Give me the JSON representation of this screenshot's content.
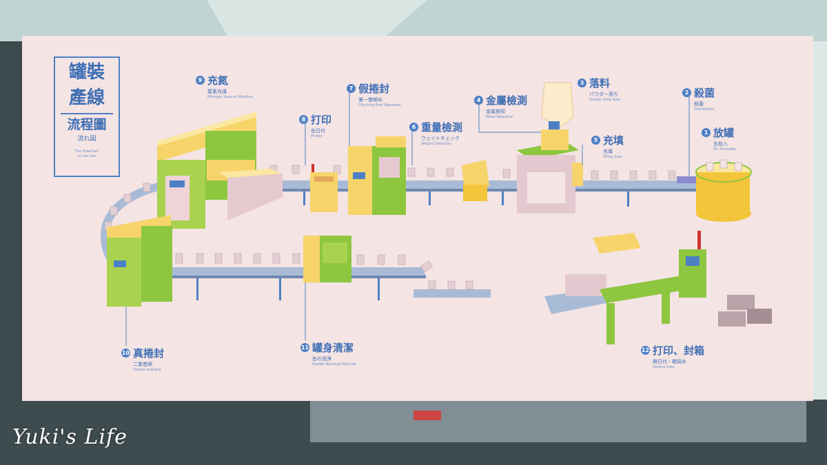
{
  "colors": {
    "board": "#f3e3e3",
    "accent": "#4d7fc4",
    "machine_green": "#8dc63f",
    "machine_yellow": "#f2d44a",
    "machine_pink": "#e7c9cf",
    "conveyor": "#8fa6c8"
  },
  "title": {
    "main_line1": "罐裝",
    "main_line2": "產線",
    "sub": "流程圖",
    "jp": "流れ図",
    "en_line1": "The flowchart",
    "en_line2": "of can line"
  },
  "steps": [
    {
      "num": "1",
      "zh": "放罐",
      "jp": "缶投入",
      "en": "Tin Turntable"
    },
    {
      "num": "2",
      "zh": "殺菌",
      "jp": "殺菌",
      "en": "Disinfection"
    },
    {
      "num": "3",
      "zh": "落料",
      "jp": "パウダー落ち",
      "en": "Powder Drop Area"
    },
    {
      "num": "4",
      "zh": "金屬檢測",
      "jp": "金属探知",
      "en": "Metal Detection"
    },
    {
      "num": "5",
      "zh": "充填",
      "jp": "充填",
      "en": "Filling Area"
    },
    {
      "num": "6",
      "zh": "重量檢測",
      "jp": "ウェイトチェック",
      "en": "Weight Detection"
    },
    {
      "num": "7",
      "zh": "假捲封",
      "jp": "第一巻締め",
      "en": "Clinching First Operation"
    },
    {
      "num": "8",
      "zh": "打印",
      "jp": "缶日付",
      "en": "Printer"
    },
    {
      "num": "9",
      "zh": "充氮",
      "jp": "窒素充填",
      "en": "Nitrogen Vacuum Machine"
    },
    {
      "num": "10",
      "zh": "真捲封",
      "jp": "二重巻締",
      "en": "Double seaming"
    },
    {
      "num": "11",
      "zh": "罐身清潔",
      "jp": "缶の洗浄",
      "en": "Powder Removal Machine"
    },
    {
      "num": "12",
      "zh": "打印、封箱",
      "jp": "箱日付・箱詰め",
      "en": "Sealing Area"
    }
  ],
  "watermark": "Yuki's Life"
}
